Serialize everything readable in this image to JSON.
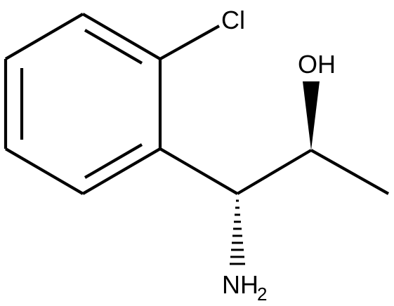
{
  "atoms": {
    "chlorine": "Cl",
    "hydroxyl": "OH",
    "amine_main": "NH",
    "amine_subscript": "2"
  },
  "colors": {
    "bond": "#000000",
    "text": "#000000",
    "background": "#ffffff"
  }
}
